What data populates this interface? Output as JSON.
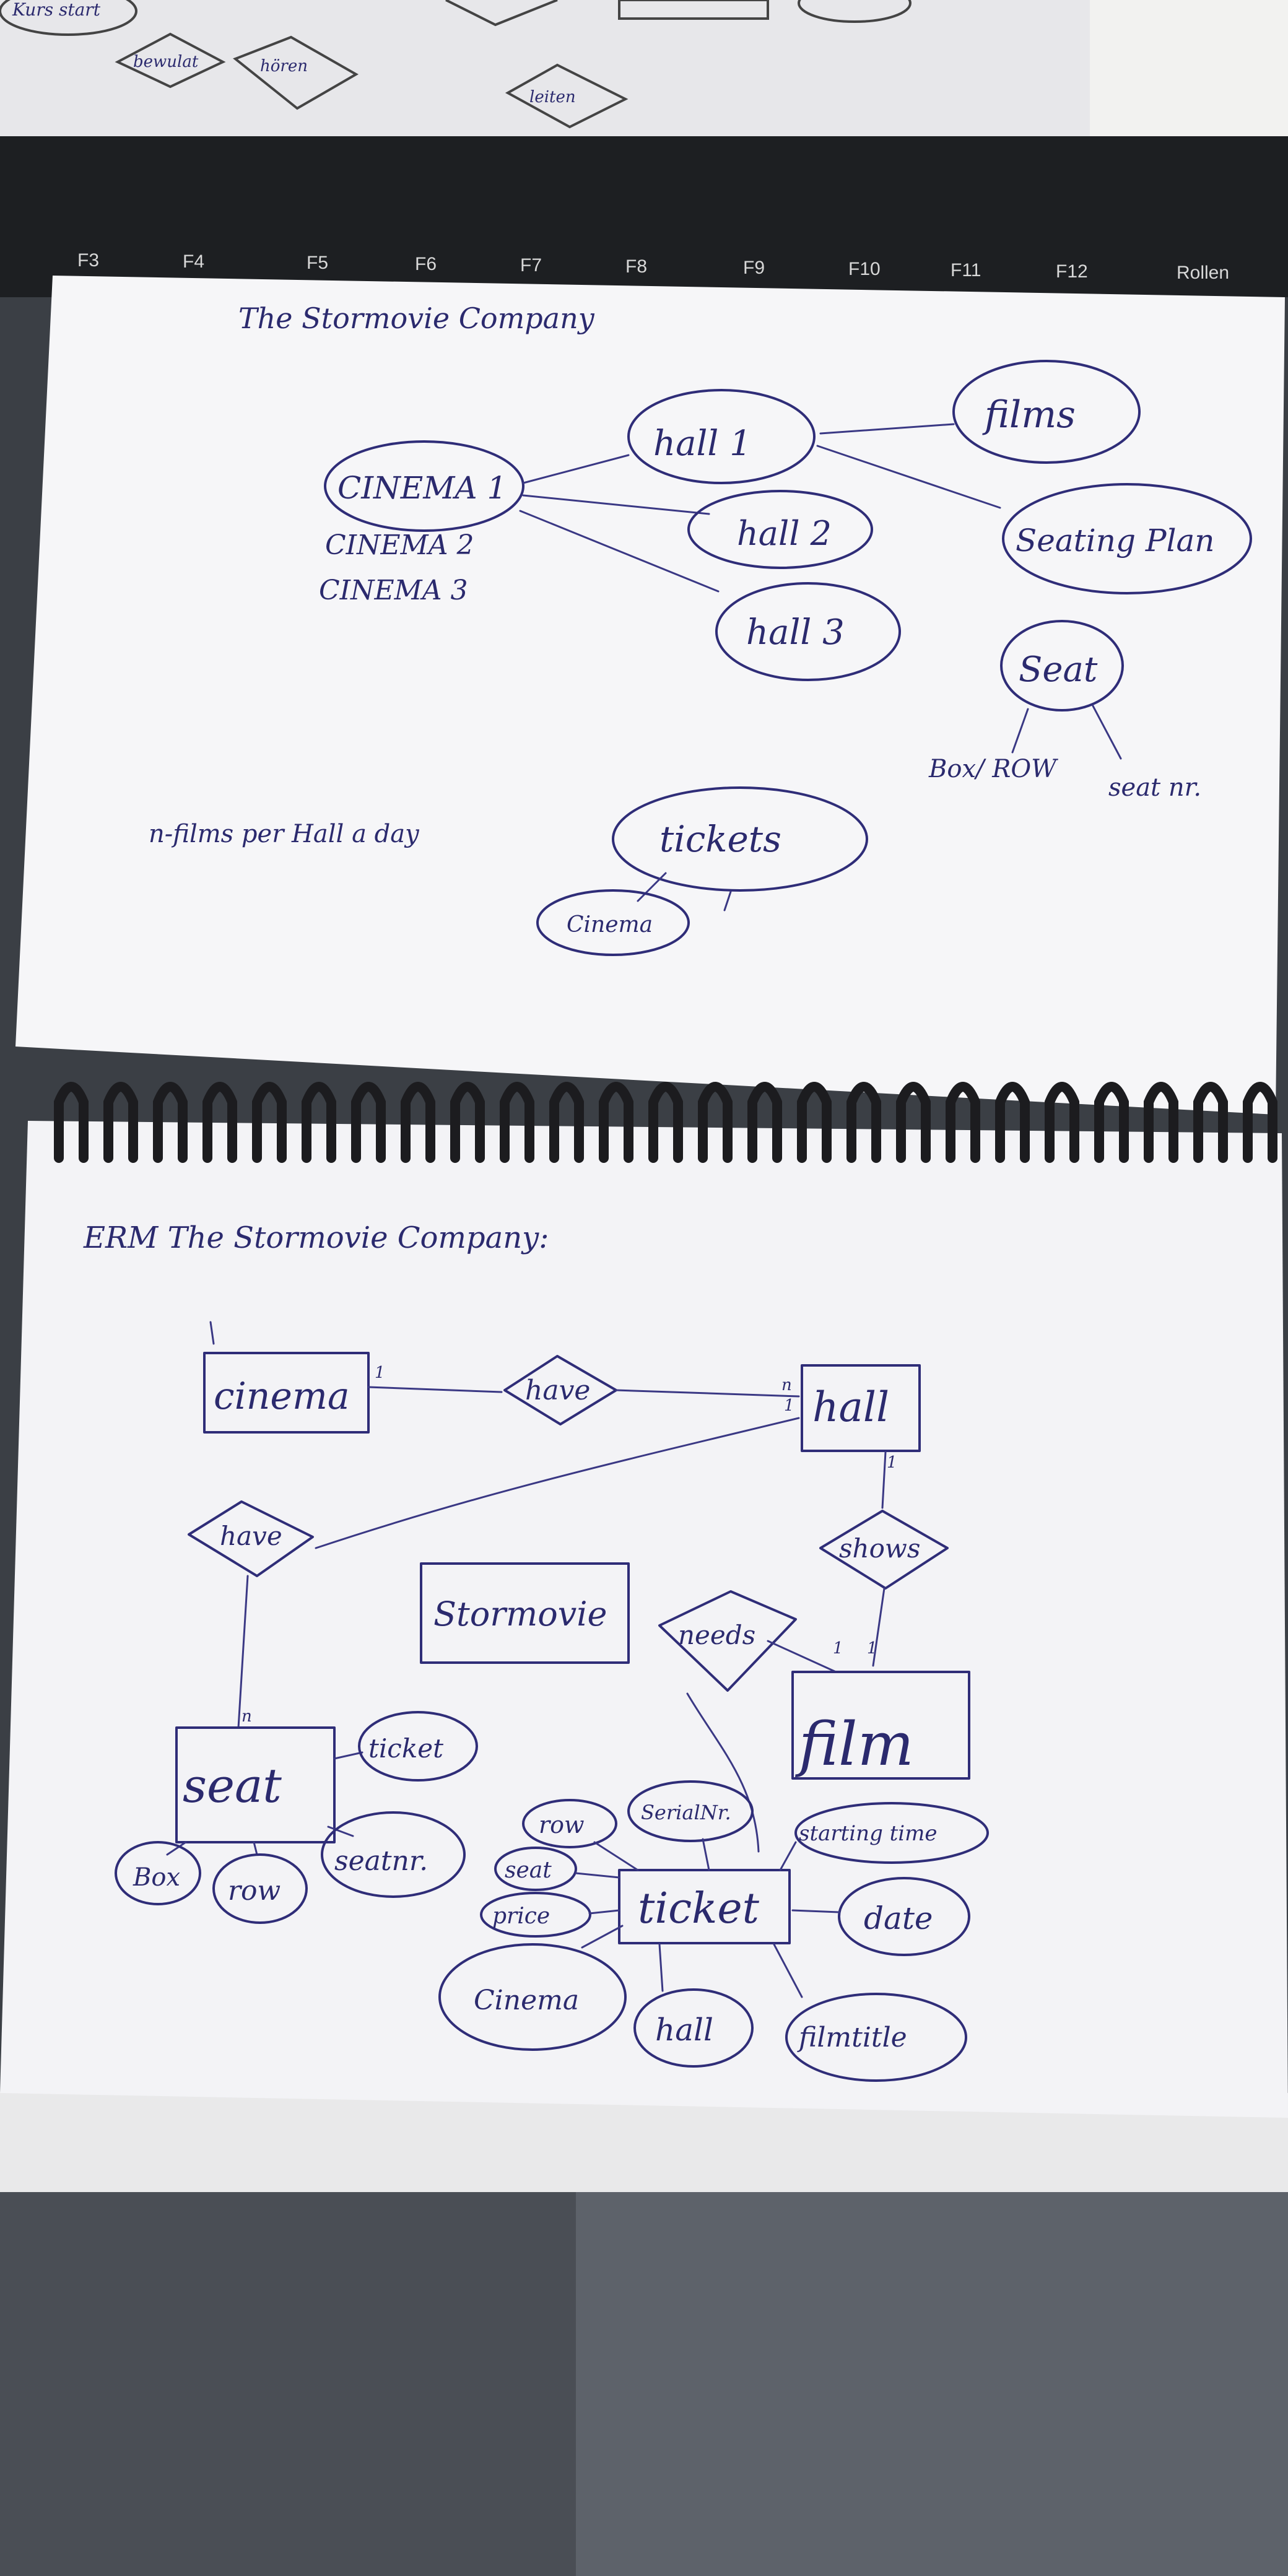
{
  "top_sketch": {
    "words": [
      "Kurs start",
      "bewulat",
      "hören",
      "leiten"
    ]
  },
  "keyboard": {
    "keys": [
      "F3",
      "F4",
      "F5",
      "F6",
      "F7",
      "F8",
      "F9",
      "F10",
      "F11",
      "F12",
      "Rollen"
    ]
  },
  "page1": {
    "title": "The Stormovie Company",
    "cinemas": [
      "CINEMA 1",
      "CINEMA 2",
      "CINEMA 3"
    ],
    "halls": [
      "hall 1",
      "hall 2",
      "hall 3"
    ],
    "films": "films",
    "seating_plan": "Seating Plan",
    "seat": "Seat",
    "box_row": "Box/ ROW",
    "seat_nr": "seat nr.",
    "note": "n-films per Hall a day",
    "tickets": "tickets",
    "cinema_small": "Cinema"
  },
  "page2": {
    "title": "ERM  The Stormovie Company:",
    "entities": {
      "cinema": "cinema",
      "hall": "hall",
      "film": "film",
      "seat": "seat",
      "ticket": "ticket",
      "stormovie": "Stormovie"
    },
    "relations": {
      "have_top": "have",
      "have_left": "have",
      "shows": "shows",
      "needs": "needs"
    },
    "attributes": {
      "seat_ticket": "ticket",
      "box": "Box",
      "row_seat": "row",
      "seatnr": "seatnr.",
      "row_ticket": "row",
      "serialnr": "SerialNr.",
      "starting_time": "starting time",
      "seat_ticket_attr": "seat",
      "price": "price",
      "date": "date",
      "cinema_attr": "Cinema",
      "hall_attr": "hall",
      "filmtitle": "filmtitle"
    },
    "cardinalities": {
      "cinema_have": "1",
      "have_hall": "n",
      "hall_have_left": "1",
      "hall_shows": "1",
      "shows_film": "1",
      "needs_film": "1",
      "have_seat": "n"
    }
  }
}
